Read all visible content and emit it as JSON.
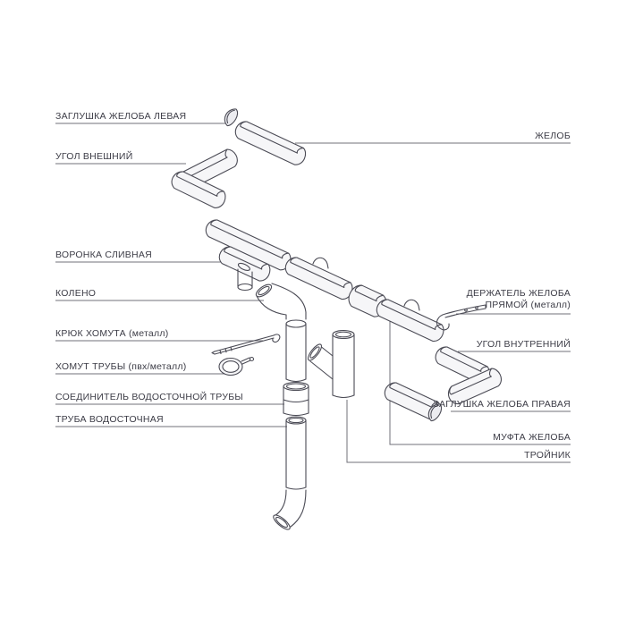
{
  "colors": {
    "background": "#ffffff",
    "line_art": "#4b4b55",
    "label_text": "#3c3c46",
    "leader_line": "#70707a"
  },
  "labels": {
    "left": [
      {
        "id": "gutter-end-cap-left",
        "text": "ЗАГЛУШКА ЖЕЛОБА ЛЕВАЯ"
      },
      {
        "id": "outer-corner",
        "text": "УГОЛ ВНЕШНИЙ"
      },
      {
        "id": "drain-funnel",
        "text": "ВОРОНКА СЛИВНАЯ"
      },
      {
        "id": "elbow",
        "text": "КОЛЕНО"
      },
      {
        "id": "clamp-hook",
        "text": "КРЮК ХОМУТА (металл)"
      },
      {
        "id": "pipe-clamp",
        "text": "ХОМУТ ТРУБЫ (пвх/металл)"
      },
      {
        "id": "downpipe-connector",
        "text": "СОЕДИНИТЕЛЬ ВОДОСТОЧНОЙ ТРУБЫ"
      },
      {
        "id": "downpipe",
        "text": "ТРУБА ВОДОСТОЧНАЯ"
      }
    ],
    "right": [
      {
        "id": "gutter",
        "text": "ЖЕЛОБ"
      },
      {
        "id": "gutter-holder",
        "text": "ДЕРЖАТЕЛЬ ЖЕЛОБА ПРЯМОЙ (металл)"
      },
      {
        "id": "inner-corner",
        "text": "УГОЛ ВНУТРЕННИЙ"
      },
      {
        "id": "gutter-end-cap-right",
        "text": "ЗАГЛУШКА ЖЕЛОБА ПРАВАЯ"
      },
      {
        "id": "gutter-coupling",
        "text": "МУФТА ЖЕЛОБА"
      },
      {
        "id": "tee",
        "text": "ТРОЙНИК"
      }
    ]
  }
}
